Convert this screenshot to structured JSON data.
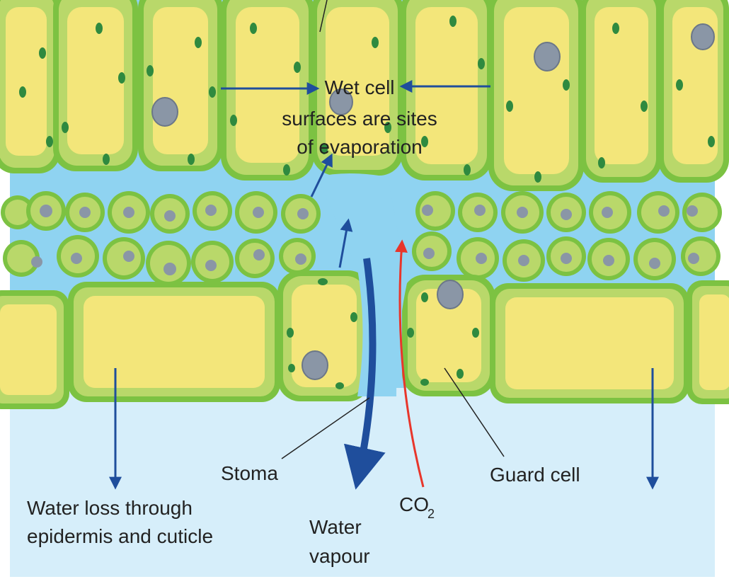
{
  "labels": {
    "wet_cell_line1": "Wet cell",
    "wet_cell_line2": "surfaces are sites",
    "wet_cell_line3": "of evaporation",
    "stoma": "Stoma",
    "guard_cell": "Guard cell",
    "water_loss_line1": "Water loss through",
    "water_loss_line2": "epidermis and cuticle",
    "water_vapour_line1": "Water",
    "water_vapour_line2": "vapour",
    "co2_main": "CO",
    "co2_sub": "2"
  },
  "colors": {
    "air_space": "#8fd3f1",
    "outside_air": "#d6eefa",
    "cell_wall": "#7cc242",
    "cell_cytoplasm": "#b9d86a",
    "vacuole": "#f3e67a",
    "chloroplast": "#2f8a3f",
    "nucleus": "#8a96a6",
    "water_arrow": "#1f4e9c",
    "co2_arrow": "#e8362b"
  }
}
